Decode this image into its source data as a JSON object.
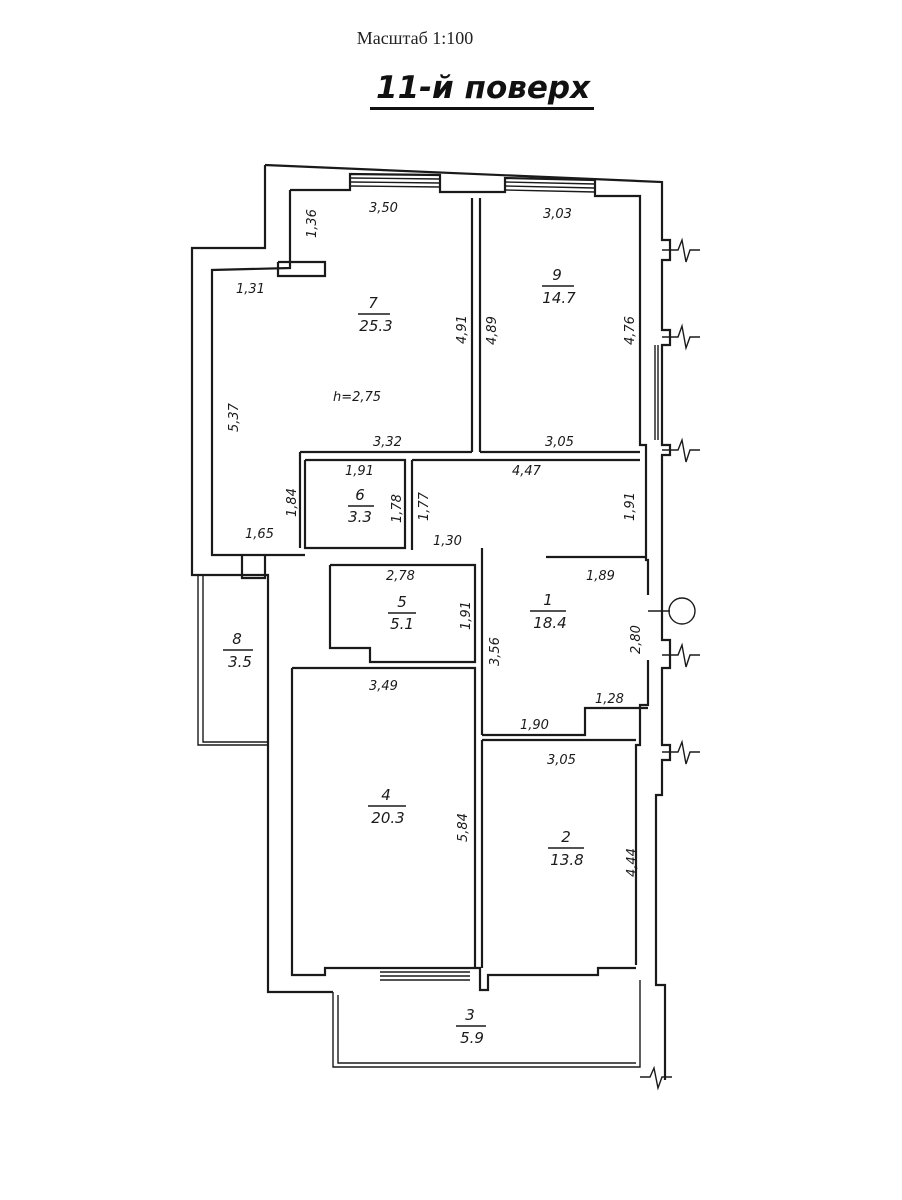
{
  "header": {
    "scale": "Масштаб 1:100",
    "floor": "11-й поверх"
  },
  "ceiling_height": "h=2,75",
  "rooms": [
    {
      "id": "1",
      "area": "18.4"
    },
    {
      "id": "2",
      "area": "13.8"
    },
    {
      "id": "3",
      "area": "5.9"
    },
    {
      "id": "4",
      "area": "20.3"
    },
    {
      "id": "5",
      "area": "5.1"
    },
    {
      "id": "6",
      "area": "3.3"
    },
    {
      "id": "7",
      "area": "25.3"
    },
    {
      "id": "8",
      "area": "3.5"
    },
    {
      "id": "9",
      "area": "14.7"
    }
  ],
  "dims": {
    "r7_top": "3,50",
    "r7_niche_v": "1,36",
    "r7_niche_h": "1,31",
    "r7_right": "4,91",
    "r7_left": "5,37",
    "r7_bottom": "3,32",
    "r7_lower_v": "1,84",
    "r7_lower_h": "1,65",
    "r9_top": "3,03",
    "r9_left": "4,89",
    "r9_right": "4,76",
    "r9_bottom": "3,05",
    "r6_top": "1,91",
    "r6_right": "1,78",
    "r1_top": "4,47",
    "r1_left_upper": "1,77",
    "r1_right_upper": "1,91",
    "r1_notch": "1,30",
    "r1_mid": "1,89",
    "r1_right": "2,80",
    "r1_left": "3,56",
    "r1_low": "1,28",
    "r1_bottom": "1,90",
    "r5_top": "2,78",
    "r5_right": "1,91",
    "r4_top": "3,49",
    "r4_right": "5,84",
    "r2_top": "3,05",
    "r2_right": "4,44"
  }
}
